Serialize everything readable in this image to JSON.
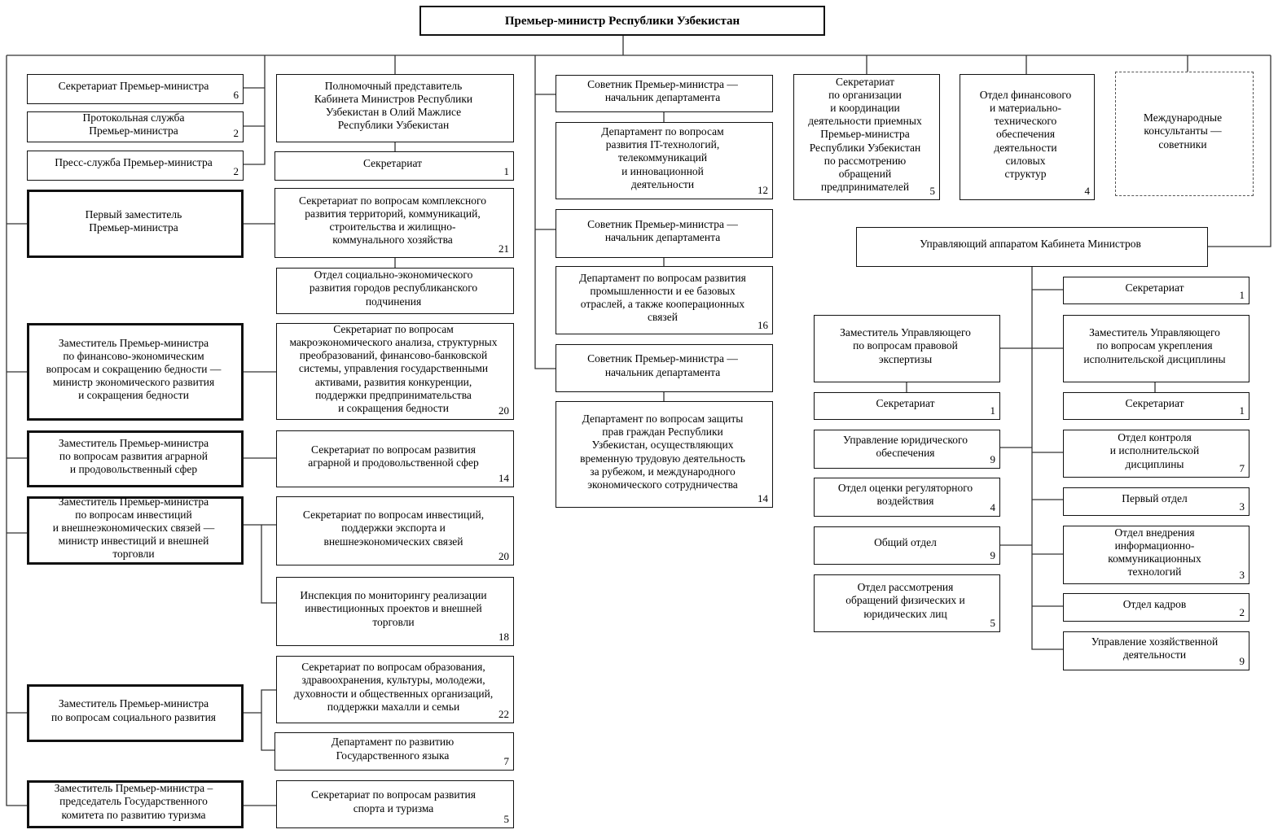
{
  "root": "Премьер-министр Республики Узбекистан",
  "left_units": {
    "secretariat_pm": {
      "label": "Секретариат Премьер-министра",
      "count": "6"
    },
    "protocol": {
      "label": "Протокольная служба\nПремьер-министра",
      "count": "2"
    },
    "press": {
      "label": "Пресс-служба Премьер-министра",
      "count": "2"
    }
  },
  "deputies": {
    "first": "Первый заместитель\nПремьер-министра",
    "finance": "Заместитель Премьер-министра\nпо финансово-экономическим\nвопросам и сокращению бедности —\nминистр экономического развития\nи сокращения бедности",
    "agrarian": "Заместитель Премьер-министра\nпо вопросам развития аграрной\nи продовольственный сфер",
    "investment": "Заместитель Премьер-министра\nпо вопросам инвестиций\nи внешнеэкономических связей —\nминистр инвестиций и внешней\nторговли",
    "social": "Заместитель Премьер-министра\nпо вопросам социального развития",
    "tourism": "Заместитель Премьер-министра –\nпредседатель Государственного\nкомитета по развитию туризма"
  },
  "column2": {
    "representative": {
      "label": "Полномочный представитель\nКабинета Министров Республики\nУзбекистан в Олий Мажлисе\nРеспублики Узбекистан"
    },
    "rep_secretariat": {
      "label": "Секретариат",
      "count": "1"
    },
    "territories": {
      "label": "Секретариат по вопросам комплексного\nразвития территорий, коммуникаций,\nстроительства и жилищно-\nкоммунального хозяйства",
      "count": "21"
    },
    "cities": {
      "label": "Отдел социально-экономического\nразвития городов республиканского\nподчинения"
    },
    "macro": {
      "label": "Секретариат по вопросам\nмакроэкономического анализа, структурных\nпреобразований, финансово-банковской\nсистемы, управления государственными\nактивами, развития конкуренции,\nподдержки предпринимательства\nи сокращения бедности",
      "count": "20"
    },
    "agrarian_sec": {
      "label": "Секретариат по вопросам развития\nаграрной и продовольственной сфер",
      "count": "14"
    },
    "investment_sec": {
      "label": "Секретариат по вопросам инвестиций,\nподдержки экспорта и\nвнешнеэкономических связей",
      "count": "20"
    },
    "inspection": {
      "label": "Инспекция по мониторингу реализации\nинвестиционных проектов и внешней\nторговли",
      "count": "18"
    },
    "education": {
      "label": "Секретариат по вопросам образования,\nздравоохранения, культуры, молодежи,\nдуховности и общественных организаций,\nподдержки махалли и семьи",
      "count": "22"
    },
    "language": {
      "label": "Департамент по развитию\nГосударственного языка",
      "count": "7"
    },
    "sport": {
      "label": "Секретариат по вопросам развития\nспорта и туризма",
      "count": "5"
    }
  },
  "column3": {
    "advisor1": {
      "label": "Советник Премьер-министра —\nначальник департамента"
    },
    "it_dept": {
      "label": "Департамент по вопросам\nразвития IT-технологий,\nтелекоммуникаций\nи инновационной\nдеятельности",
      "count": "12"
    },
    "advisor2": {
      "label": "Советник Премьер-министра —\nначальник департамента"
    },
    "industry_dept": {
      "label": "Департамент по вопросам развития\nпромышленности и ее базовых\nотраслей, а также кооперационных\nсвязей",
      "count": "16"
    },
    "advisor3": {
      "label": "Советник Премьер-министра —\nначальник департамента"
    },
    "rights_dept": {
      "label": "Департамент по вопросам защиты\nправ граждан Республики\nУзбекистан, осуществляющих\nвременную трудовую деятельность\nза рубежом, и международного\nэкономического сотрудничества",
      "count": "14"
    }
  },
  "top_right": {
    "entrepreneurs": {
      "label": "Секретариат\nпо организации\nи координации\nдеятельности приемных\nПремьер-министра\nРеспублики Узбекистан\nпо рассмотрению\nобращений\nпредпринимателей",
      "count": "5"
    },
    "finance_dept": {
      "label": "Отдел финансового\nи материально-\nтехнического\nобеспечения\nдеятельности\nсиловых\nструктур",
      "count": "4"
    },
    "consultants": {
      "label": "Международные\nконсультанты —\nсоветники"
    }
  },
  "cabinet": {
    "head": "Управляющий аппаратом Кабинета Министров",
    "secretariat": {
      "label": "Секретариат",
      "count": "1"
    },
    "legal_deputy": {
      "label": "Заместитель Управляющего\nпо вопросам правовой\nэкспертизы"
    },
    "legal_secretariat": {
      "label": "Секретариат",
      "count": "1"
    },
    "legal_support": {
      "label": "Управление юридического\nобеспечения",
      "count": "9"
    },
    "regulatory": {
      "label": "Отдел оценки регуляторного\nвоздействия",
      "count": "4"
    },
    "general": {
      "label": "Общий отдел",
      "count": "9"
    },
    "appeals": {
      "label": "Отдел рассмотрения\nобращений физических и\nюридических лиц",
      "count": "5"
    },
    "discipline_deputy": {
      "label": "Заместитель Управляющего\nпо вопросам укрепления\nисполнительской дисциплины"
    },
    "discipline_secretariat": {
      "label": "Секретариат",
      "count": "1"
    },
    "control": {
      "label": "Отдел контроля\nи исполнительской\nдисциплины",
      "count": "7"
    },
    "first_dept": {
      "label": "Первый отдел",
      "count": "3"
    },
    "ict": {
      "label": "Отдел внедрения\nинформационно-\nкоммуникационных\nтехнологий",
      "count": "3"
    },
    "hr": {
      "label": "Отдел кадров",
      "count": "2"
    },
    "economic": {
      "label": "Управление хозяйственной\nдеятельности",
      "count": "9"
    }
  }
}
